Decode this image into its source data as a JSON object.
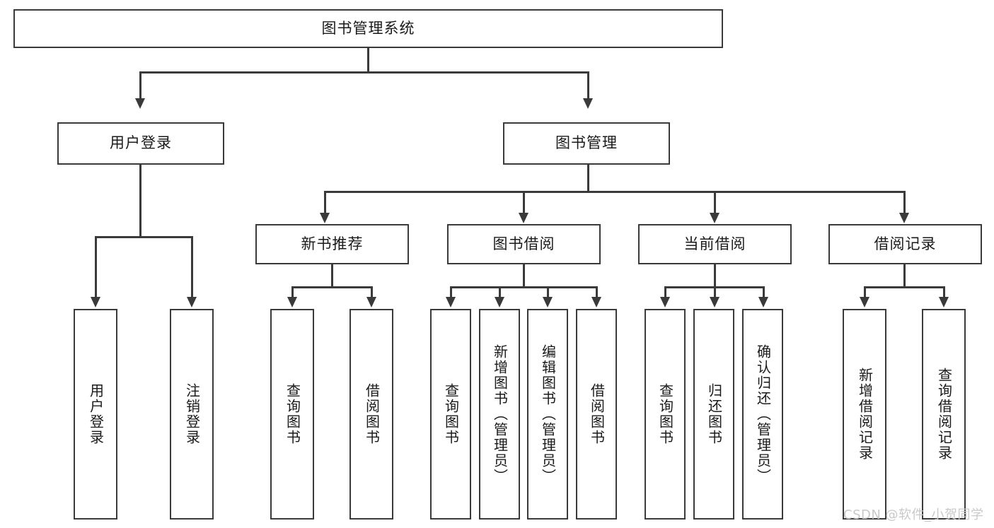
{
  "diagram": {
    "type": "tree",
    "title": "图书管理系统",
    "root": {
      "label": "图书管理系统"
    },
    "level2": [
      {
        "label": "用户登录"
      },
      {
        "label": "图书管理"
      }
    ],
    "level3": [
      {
        "label": "新书推荐"
      },
      {
        "label": "图书借阅"
      },
      {
        "label": "当前借阅"
      },
      {
        "label": "借阅记录"
      }
    ],
    "leaves": {
      "user_login": [
        {
          "label": "用户登录"
        },
        {
          "label": "注销登录"
        }
      ],
      "new_book_recommend": [
        {
          "label": "查询图书"
        },
        {
          "label": "借阅图书"
        }
      ],
      "book_borrow": [
        {
          "label": "查询图书"
        },
        {
          "label": "新增图书（管理员）"
        },
        {
          "label": "编辑图书（管理员）"
        },
        {
          "label": "借阅图书"
        }
      ],
      "current_borrow": [
        {
          "label": "查询图书"
        },
        {
          "label": "归还图书"
        },
        {
          "label": "确认归还（管理员）"
        }
      ],
      "borrow_record": [
        {
          "label": "新增借阅记录"
        },
        {
          "label": "查询借阅记录"
        }
      ]
    }
  },
  "watermark": {
    "text": "CSDN @软件_小贺同学"
  },
  "colors": {
    "stroke": "#3a3a3a",
    "background": "#ffffff",
    "text": "#1a1a1a",
    "watermark": "#c9c9c9"
  }
}
